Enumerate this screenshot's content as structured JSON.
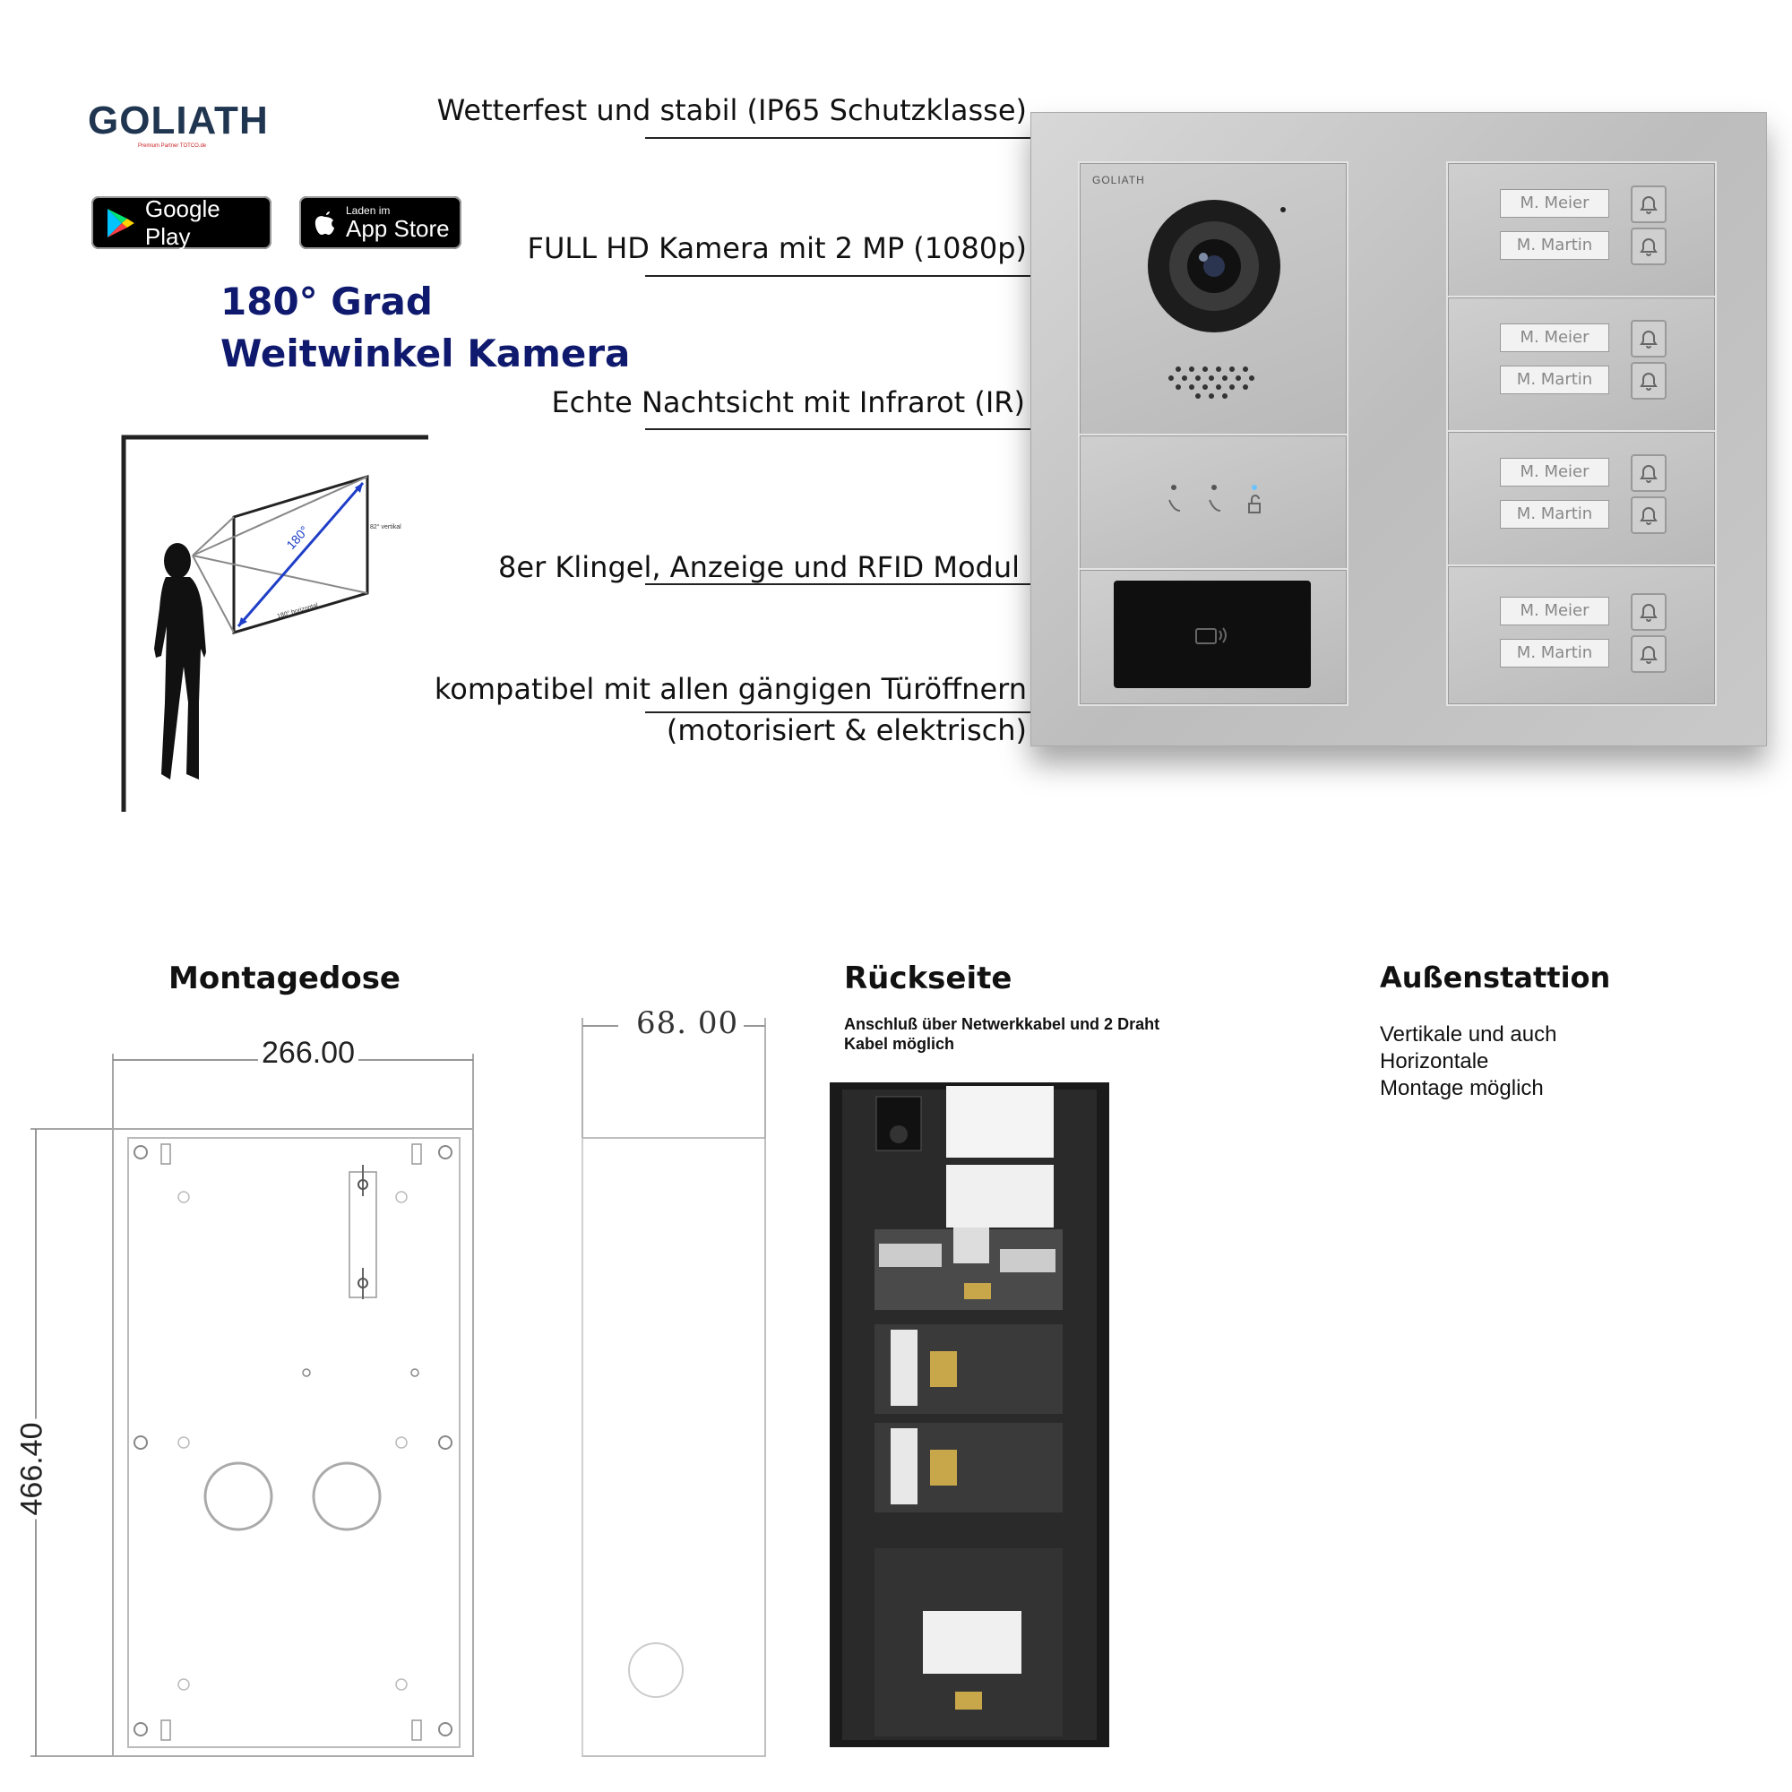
{
  "brand": {
    "logo": "GOLIATH",
    "logo_sub": "Premium Partner TOTCO.de",
    "panel_logo": "GOLIATH"
  },
  "badges": {
    "google_play": "Google Play",
    "app_store_small": "Laden im",
    "app_store": "App Store"
  },
  "headline": {
    "line1": "180° Grad",
    "line2": "Weitwinkel Kamera"
  },
  "features": [
    "Wetterfest und stabil (IP65 Schutzklasse)",
    "FULL HD Kamera mit 2 MP (1080p)",
    "Echte Nachtsicht mit Infrarot (IR)",
    "8er Klingel, Anzeige und RFID Modul",
    "kompatibel mit allen gängigen Türöffnern",
    "(motorisiert & elektrisch)"
  ],
  "diagram": {
    "angle_label": "180°",
    "vertical_label": "82° vertikal",
    "horizontal_label": "180° horizontal"
  },
  "nameplates": [
    "M. Meier",
    "M. Martin",
    "M. Meier",
    "M. Martin",
    "M. Meier",
    "M. Martin",
    "M. Meier",
    "M. Martin"
  ],
  "sections": {
    "montagedose": {
      "title": "Montagedose",
      "width": "266.00",
      "depth": "68. 00",
      "height": "466.40"
    },
    "rueckseite": {
      "title": "Rückseite",
      "subtitle_1": "Anschluß über Netwerkkabel und 2 Draht",
      "subtitle_2": "Kabel möglich"
    },
    "aussenstation": {
      "title": "Außenstattion",
      "text_1": "Vertikale und auch",
      "text_2": "Horizontale",
      "text_3": "Montage möglich"
    }
  },
  "colors": {
    "headline": "#0f1a6e",
    "logo": "#1f3550",
    "panel": "#c4c4c4"
  }
}
